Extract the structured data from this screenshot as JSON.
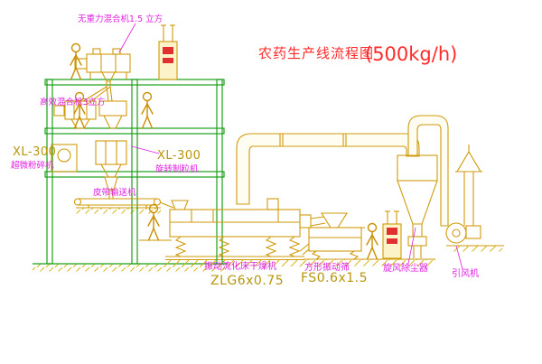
{
  "meta": {
    "kind": "cad-process-flow-diagram",
    "background": "#ffffff"
  },
  "colors": {
    "structure_green": "#1aa01a",
    "machine_yellow": "#cf9a0b",
    "hatch_yellow": "#d4b106",
    "label_magenta": "#e020e0",
    "label_yellow": "#b8960c",
    "title_red": "#ff2a2a",
    "indicator_red": "#e03030"
  },
  "title": {
    "main": "农药生产线流程图",
    "capacity": "(500kg/h)"
  },
  "labels": {
    "mixer_top": {
      "text": "无重力混合机1.5 立方"
    },
    "mixer_mid": {
      "text": "高效混合机3立方"
    },
    "mill_model": {
      "text": "XL-300"
    },
    "mill_name": {
      "text": "超微粉碎机"
    },
    "granulator_model": {
      "text": "XL-300"
    },
    "granulator_name": {
      "text": "旋转制粒机"
    },
    "belt": {
      "text": "皮带输送机"
    },
    "dryer_name": {
      "text": "振动流化床干燥机"
    },
    "dryer_model": {
      "text": "ZLG6x0.75"
    },
    "sieve_name": {
      "text": "方形振动筛"
    },
    "sieve_model": {
      "text": "FS0.6x1.5"
    },
    "cyclone": {
      "text": "旋风除尘器"
    },
    "fan": {
      "text": "引风机"
    }
  },
  "equipment": [
    "gravity-free-mixer",
    "high-efficiency-mixer",
    "pulverizer",
    "rotary-granulator",
    "belt-conveyor",
    "vibrating-fluid-bed-dryer",
    "square-vibrating-sieve",
    "cyclone-dust-collector",
    "induced-draft-fan",
    "control-cabinet-1",
    "control-cabinet-2",
    "exhaust-stack"
  ]
}
